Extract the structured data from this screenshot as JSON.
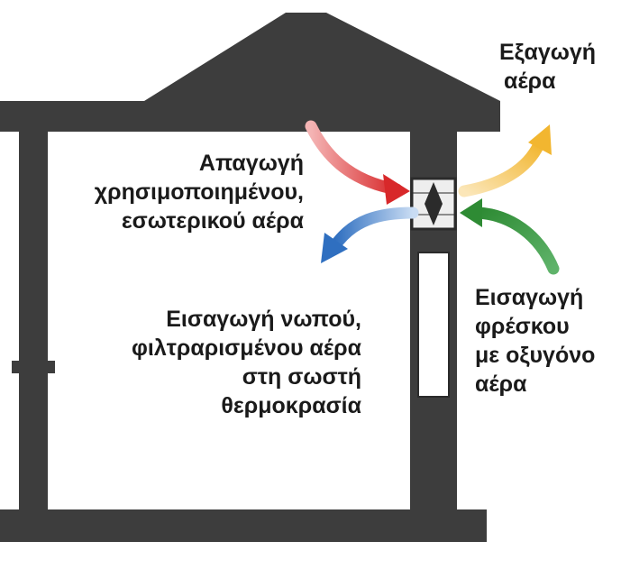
{
  "labels": {
    "exhaust_outside": [
      "Εξαγωγή",
      "αέρα"
    ],
    "extract_used_air": [
      "Απαγωγή",
      "χρησιμοποιημένου,",
      "εσωτερικού αέρα"
    ],
    "supply_fresh_indoor": [
      "Εισαγωγή νωπού,",
      "φιλτραρισμένου αέρα",
      "στη σωστή",
      "θερμοκρασία"
    ],
    "intake_fresh_outside": [
      "Εισαγωγή",
      "φρέσκου",
      "με οξυγόνο",
      "αέρα"
    ]
  },
  "colors": {
    "wall": "#3d3d3d",
    "extract_arrow": "#d8282a",
    "supply_arrow": "#2f6fc0",
    "exhaust_arrow": "#f2b630",
    "intake_arrow": "#2e8b34"
  },
  "icons": [
    "house-outline",
    "heat-recovery-unit",
    "airflow-arrow"
  ]
}
